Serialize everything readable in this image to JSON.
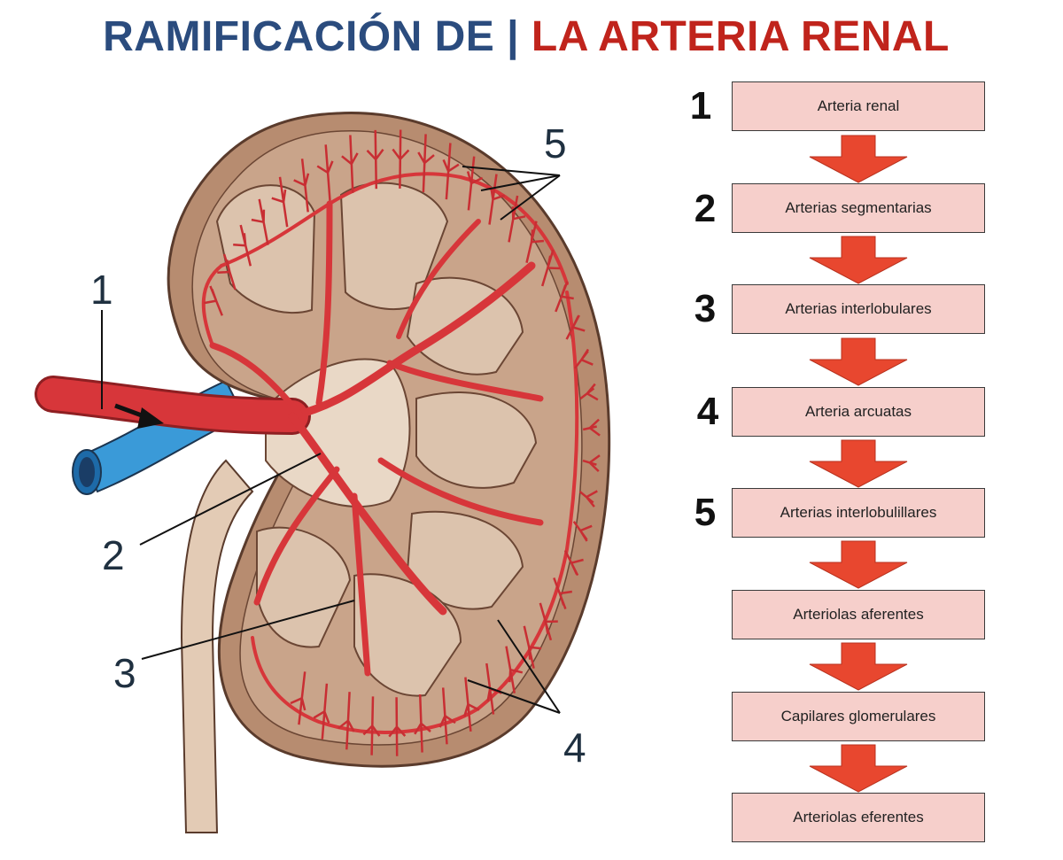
{
  "title": {
    "part1": "RAMIFICACIÓN DE | ",
    "part2": "LA ARTERIA RENAL"
  },
  "diagram_labels": [
    "1",
    "2",
    "3",
    "4",
    "5"
  ],
  "flow": {
    "numbers": [
      "1",
      "2",
      "3",
      "4",
      "5"
    ],
    "steps": [
      "Arteria renal",
      "Arterias segmentarias",
      "Arterias interlobulares",
      "Arteria arcuatas",
      "Arterias interlobulillares",
      "Arteriolas aferentes",
      "Capilares glomerulares",
      "Arteriolas eferentes"
    ]
  },
  "colors": {
    "title_blue": "#2b4c7e",
    "title_red": "#c0241c",
    "box_fill": "#f6cfcb",
    "arrow_red": "#e8472f",
    "artery_red": "#d7363a",
    "vein_blue": "#3a9ad8",
    "kidney_tan": "#b78c70"
  }
}
